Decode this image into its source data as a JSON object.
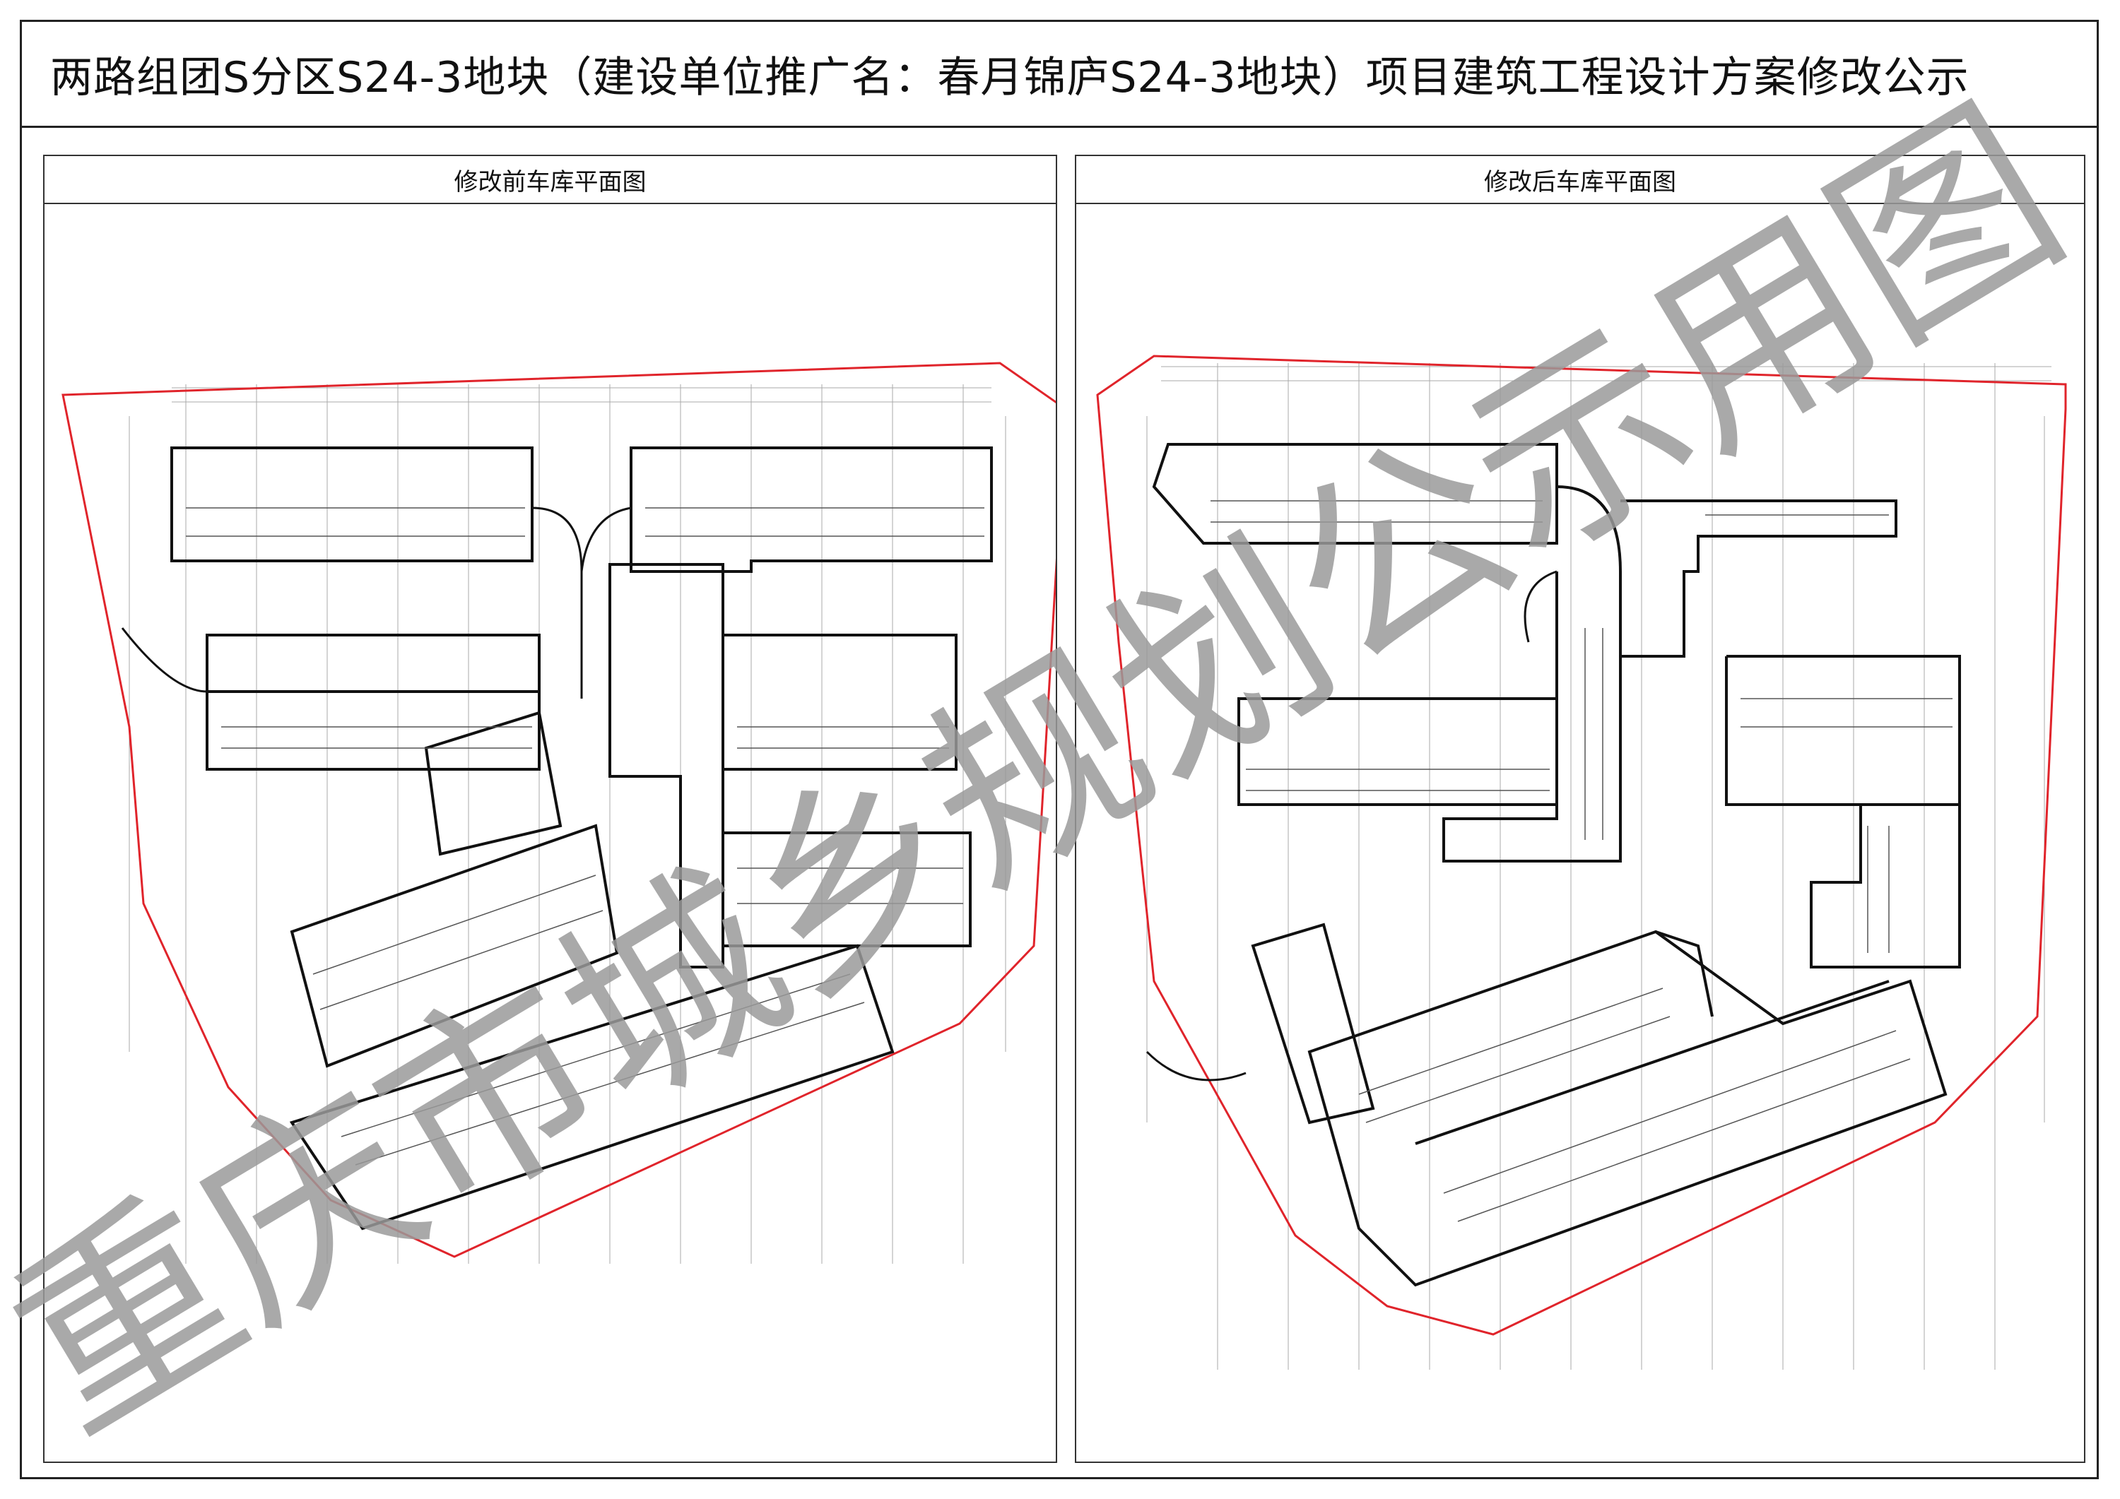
{
  "header": {
    "title": "两路组团S分区S24-3地块（建设单位推广名：春月锦庐S24-3地块）项目建筑工程设计方案修改公示"
  },
  "panels": {
    "before": {
      "label": "修改前车库平面图"
    },
    "after": {
      "label": "修改后车库平面图"
    }
  },
  "watermark": {
    "text": "重庆市城乡规划公示用图",
    "color": "#9a9a9a"
  },
  "colors": {
    "boundary": "#e0242b",
    "wall": "#111111",
    "grid": "#9a9a9a"
  }
}
